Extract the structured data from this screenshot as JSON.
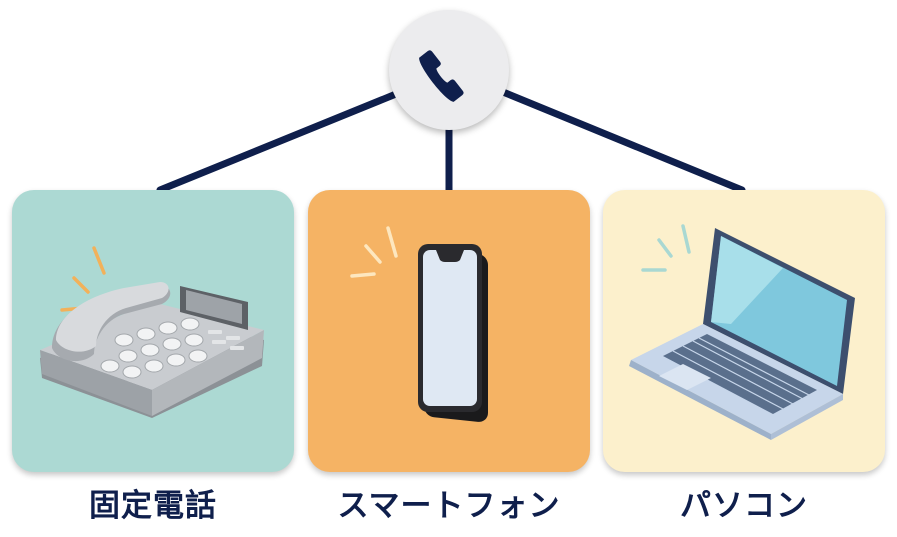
{
  "colors": {
    "line": "#0f1f4c",
    "hub_bg": "#ececee",
    "label_text": "#0f1f4c"
  },
  "hub": {
    "icon": "phone-handset-icon"
  },
  "devices": [
    {
      "label": "固定電話",
      "icon": "desk-phone-icon",
      "card_color": "#acd9d3",
      "accent": "#f2b15a"
    },
    {
      "label": "スマートフォン",
      "icon": "smartphone-icon",
      "card_color": "#f5b364",
      "accent": "#fde7bf"
    },
    {
      "label": "パソコン",
      "icon": "laptop-icon",
      "card_color": "#fcf0cc",
      "accent": "#a9d8d2"
    }
  ]
}
